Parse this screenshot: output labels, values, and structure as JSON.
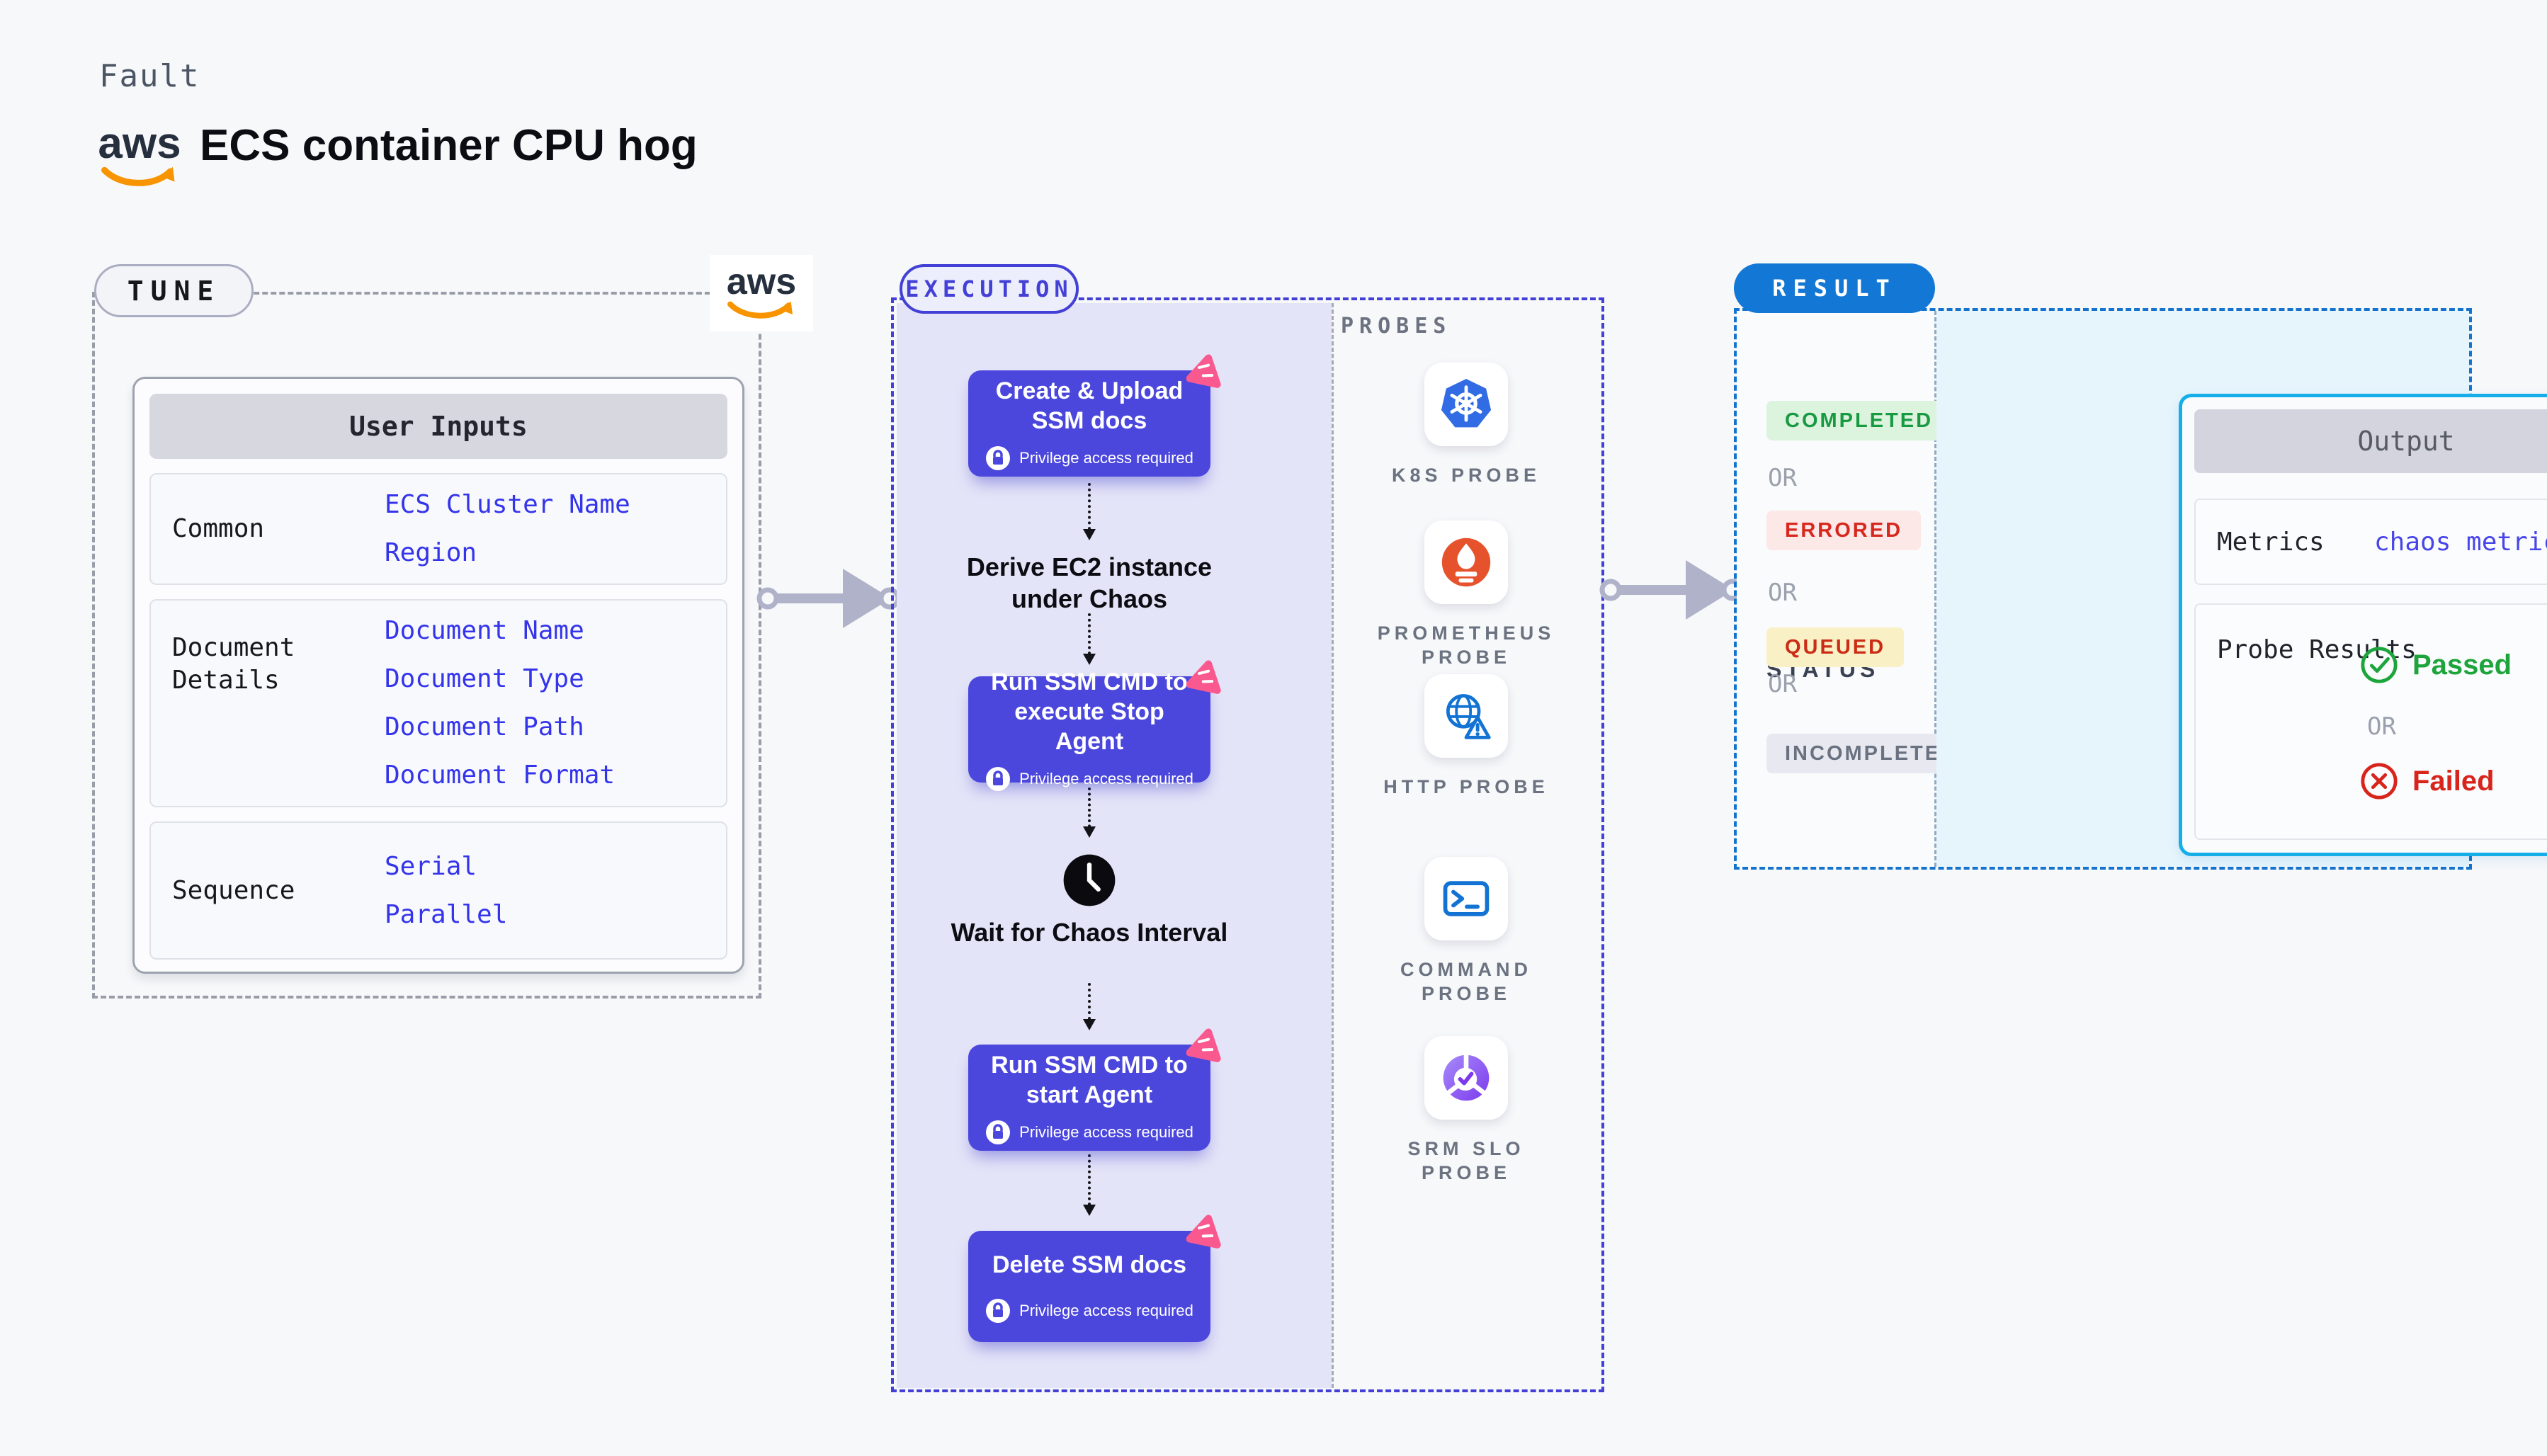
{
  "header": {
    "kicker": "Fault",
    "title": "ECS container CPU hog",
    "brand": "aws"
  },
  "tune": {
    "label": "TUNE",
    "brand": "aws",
    "table": {
      "header": "User Inputs",
      "rows": [
        {
          "label": "Common",
          "values": [
            "ECS Cluster Name",
            "Region"
          ]
        },
        {
          "label": "Document Details",
          "values": [
            "Document Name",
            "Document Type",
            "Document Path",
            "Document Format"
          ]
        },
        {
          "label": "Sequence",
          "values": [
            "Serial",
            "Parallel"
          ]
        }
      ]
    },
    "value_color": "#3434EB"
  },
  "execution": {
    "label": "EXECUTION",
    "privilege_note": "Privilege access required",
    "accent_color": "#4B47DD",
    "panel_color": "#E4E4F8",
    "steps": [
      {
        "type": "action",
        "title": "Create & Upload SSM docs"
      },
      {
        "type": "label",
        "title": "Derive EC2 instance under Chaos"
      },
      {
        "type": "action",
        "title": "Run SSM CMD to execute Stop Agent"
      },
      {
        "type": "wait",
        "title": "Wait for Chaos Interval",
        "icon": "clock-icon"
      },
      {
        "type": "action",
        "title": "Run SSM CMD to start Agent"
      },
      {
        "type": "action",
        "title": "Delete SSM docs"
      }
    ]
  },
  "probes": {
    "label": "PROBES",
    "items": [
      {
        "name": "K8S PROBE",
        "icon": "kubernetes-icon"
      },
      {
        "name": "PROMETHEUS PROBE",
        "icon": "prometheus-icon"
      },
      {
        "name": "HTTP PROBE",
        "icon": "http-globe-warning-icon"
      },
      {
        "name": "COMMAND PROBE",
        "icon": "terminal-icon"
      },
      {
        "name": "SRM SLO PROBE",
        "icon": "slo-donut-check-icon"
      }
    ]
  },
  "result": {
    "label": "RESULT",
    "status_title": "STATUS",
    "or_label": "OR",
    "statuses": [
      {
        "label": "COMPLETED",
        "text_color": "#189A43",
        "bg_color": "#DCF3DD"
      },
      {
        "label": "ERRORED",
        "text_color": "#D6281E",
        "bg_color": "#FCE8E7"
      },
      {
        "label": "QUEUED",
        "text_color": "#CB2C16",
        "bg_color": "#FAF0C6"
      },
      {
        "label": "INCOMPLETED",
        "text_color": "#6A7180",
        "bg_color": "#E8E9F0"
      }
    ],
    "output": {
      "header": "Output",
      "metrics_label": "Metrics",
      "metrics_value": "chaos metrics",
      "probe_results_label": "Probe Results",
      "passed_label": "Passed",
      "or_label": "OR",
      "failed_label": "Failed",
      "passed_color": "#1DA53C",
      "failed_color": "#D8251C"
    }
  }
}
